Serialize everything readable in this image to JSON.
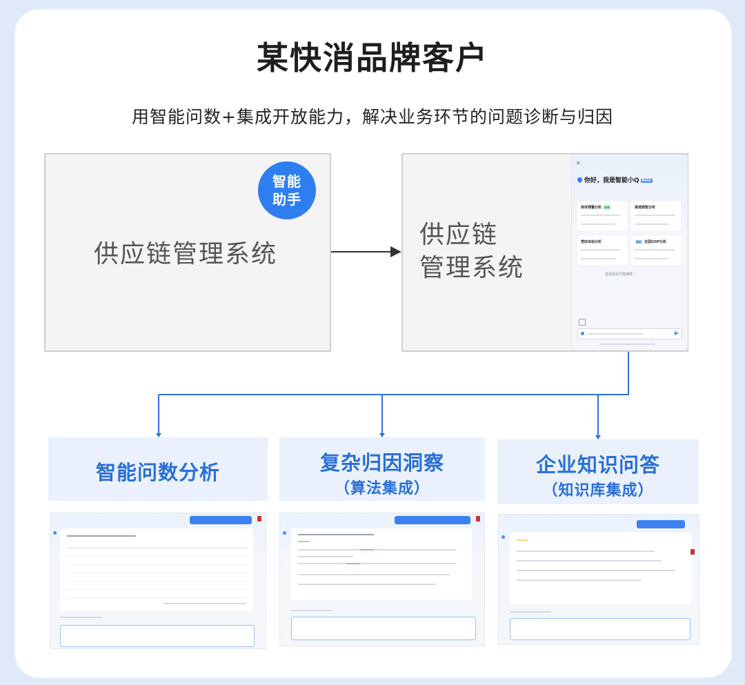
{
  "title": "某快消品牌客户",
  "subtitle": "用智能问数+集成开放能力，解决业务环节的问题诊断与归因",
  "left_system": {
    "label": "供应链管理系统"
  },
  "assistant_badge": {
    "line1": "智能",
    "line2": "助手"
  },
  "right_system": {
    "line1": "供应链",
    "line2": "管理系统"
  },
  "assistant_panel": {
    "close": "✕",
    "greeting": "你好，我是智能小Q",
    "greeting_tag": "Beta",
    "cards": [
      {
        "title": "库存预警分析",
        "tag": "推荐"
      },
      {
        "title": "渠道销售分析",
        "tag": ""
      },
      {
        "title": "营收目标分析",
        "tag": ""
      },
      {
        "title": "全国GDP分析",
        "tag": "最新"
      }
    ],
    "more": "查看更多问答推荐 ›"
  },
  "categories": [
    {
      "main": "智能问数分析",
      "sub": ""
    },
    {
      "main": "复杂归因洞察",
      "sub": "（算法集成）"
    },
    {
      "main": "企业知识问答",
      "sub": "（知识库集成）"
    }
  ],
  "colors": {
    "accent": "#2f7ef0",
    "category_text": "#2a6fd6",
    "category_bg": "#eaf1fd",
    "arrow": "#2f6fe0"
  }
}
